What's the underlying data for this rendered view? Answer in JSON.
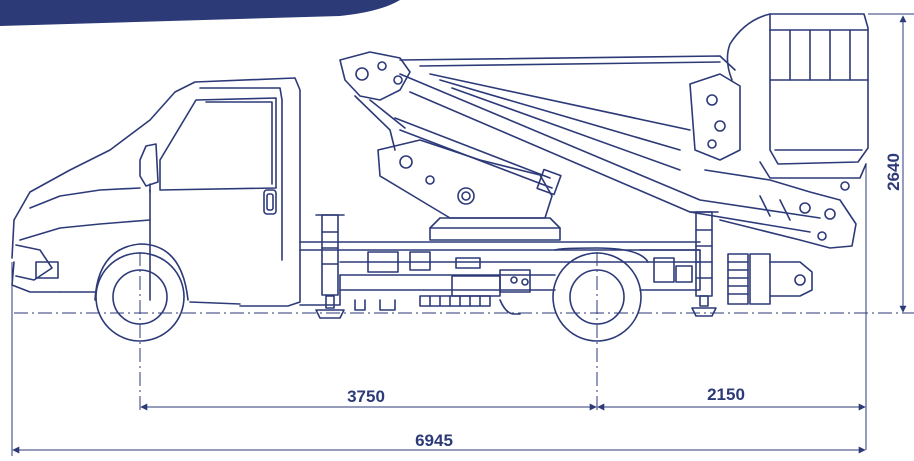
{
  "colors": {
    "line": "#2d3a78",
    "banner": "#2d3a78",
    "background": "#ffffff"
  },
  "dimensions": {
    "wheelbase": "3750",
    "rear_overhang": "2150",
    "overall_length": "6945",
    "overall_height": "2640"
  }
}
